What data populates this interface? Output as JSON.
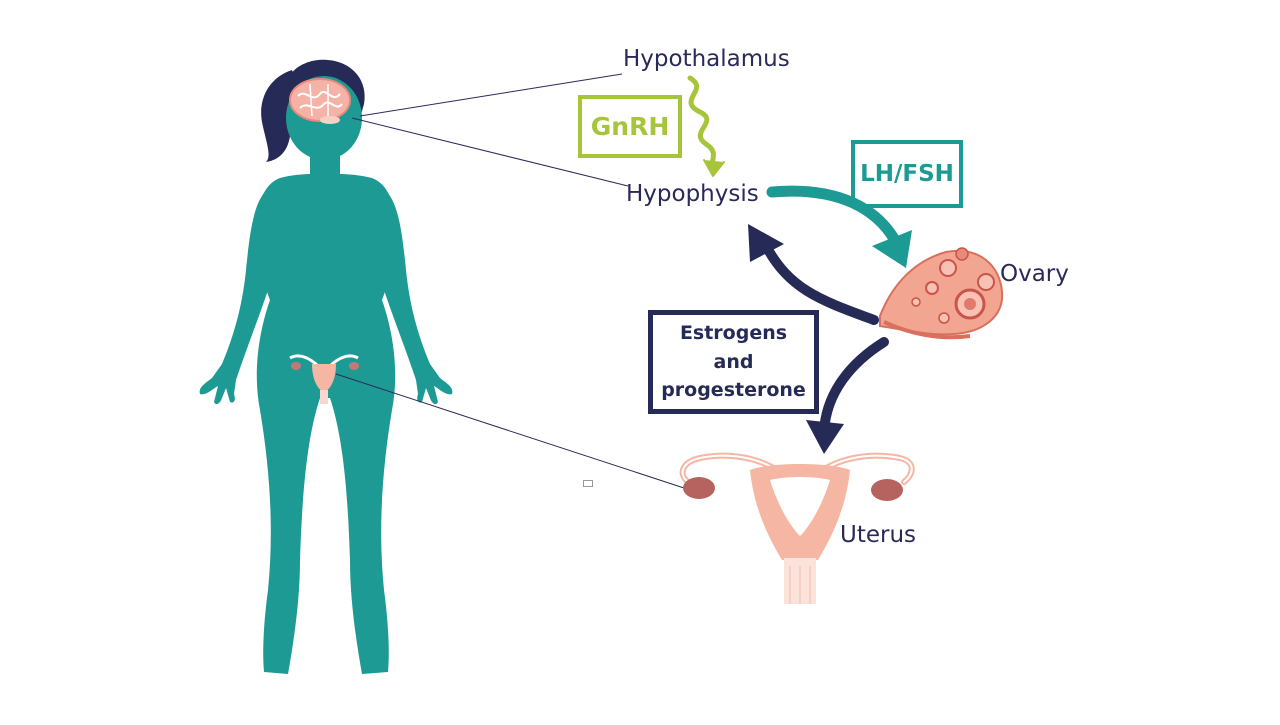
{
  "labels": {
    "hypothalamus": "Hypothalamus",
    "hypophysis": "Hypophysis",
    "ovary": "Ovary",
    "uterus": "Uterus"
  },
  "hormones": {
    "gnrh": "GnRH",
    "lh_fsh": "LH/FSH",
    "estrogens": "Estrogens and progesterone"
  },
  "colors": {
    "body_teal": "#1e9a94",
    "hair_navy": "#262a56",
    "text_navy": "#2a2a5a",
    "gnrh_green": "#a6c53a",
    "lh_teal": "#1e9a94",
    "estrogen_navy": "#262a56",
    "brain_pink": "#f4b3a6",
    "uterus_pink": "#f5b7a4",
    "ovary_red": "#e07a6a"
  }
}
